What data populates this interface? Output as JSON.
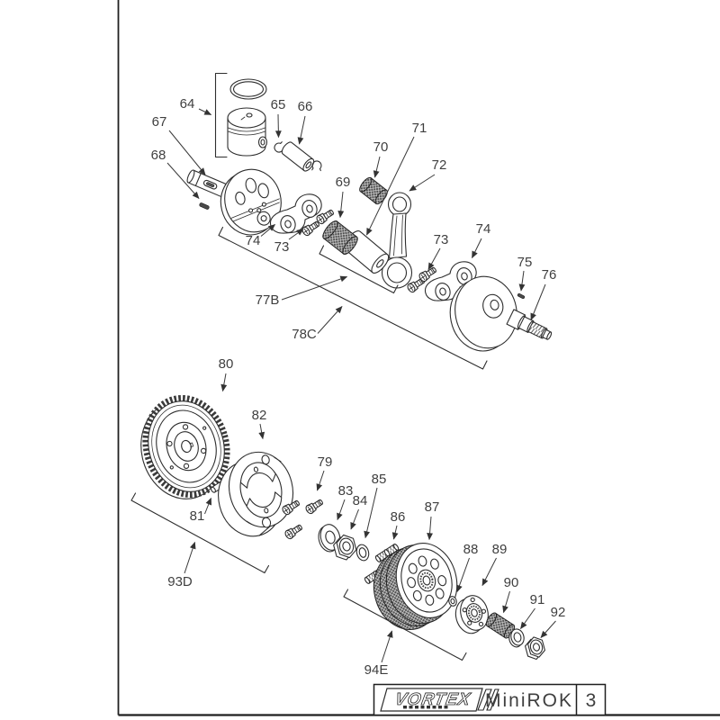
{
  "colors": {
    "ink": "#2e2e2e",
    "label": "#3f3f3f",
    "background": "#ffffff"
  },
  "title_block": {
    "brand": "VORTEX",
    "model": "MiniROK",
    "page_number": "3"
  },
  "callouts": {
    "c64": "64",
    "c65": "65",
    "c66": "66",
    "c67": "67",
    "c68": "68",
    "c69": "69",
    "c70": "70",
    "c71": "71",
    "c72": "72",
    "c73a": "73",
    "c74a": "74",
    "c73b": "73",
    "c74b": "74",
    "c75": "75",
    "c76": "76",
    "c77b": "77B",
    "c78c": "78C",
    "c79": "79",
    "c80": "80",
    "c81": "81",
    "c82": "82",
    "c83": "83",
    "c84": "84",
    "c85": "85",
    "c86": "86",
    "c87": "87",
    "c88": "88",
    "c89": "89",
    "c90": "90",
    "c91": "91",
    "c92": "92",
    "c93d": "93D",
    "c94e": "94E"
  }
}
